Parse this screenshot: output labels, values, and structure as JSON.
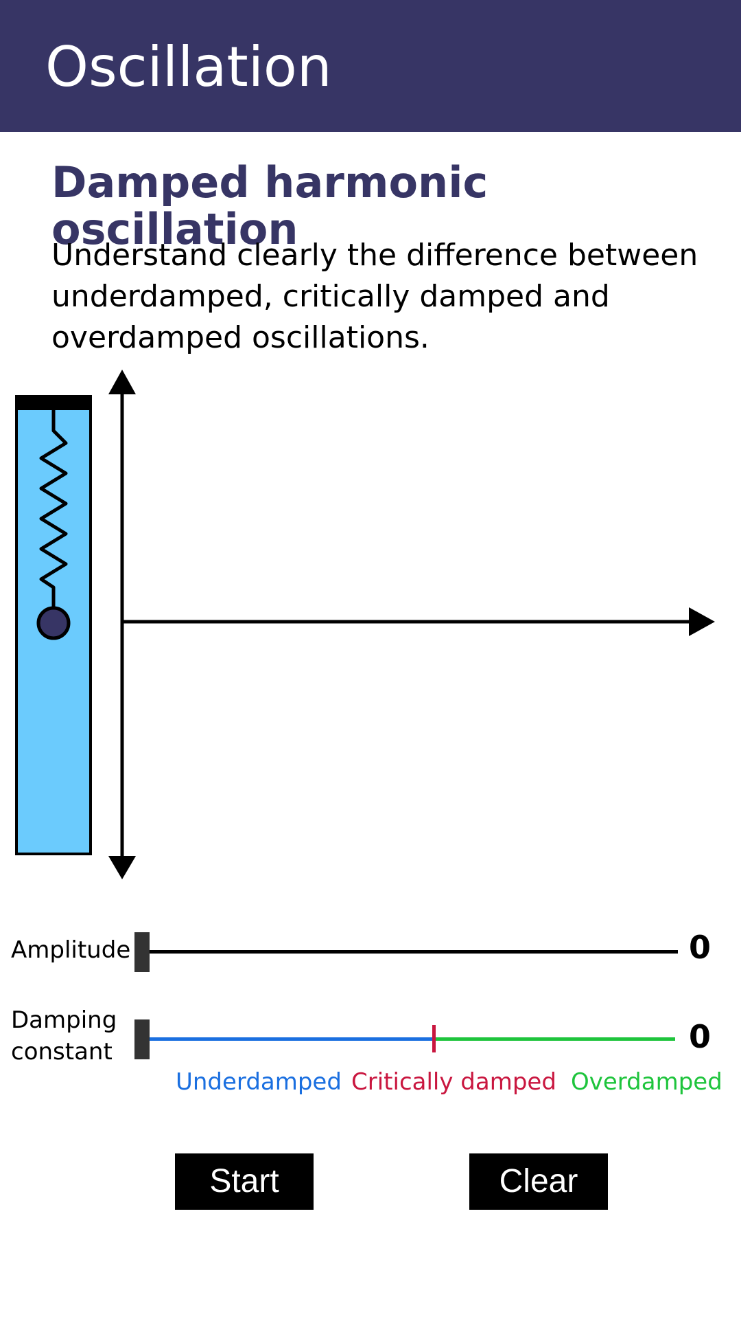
{
  "app": {
    "title": "Oscillation"
  },
  "section": {
    "heading": "Damped harmonic oscillation",
    "description": "Understand clearly the difference between underdamped, critically damped and overdamped oscillations."
  },
  "controls": {
    "amplitude": {
      "label": "Amplitude",
      "value": "0",
      "level": 0
    },
    "damping": {
      "label_line1": "Damping",
      "label_line2": "constant",
      "value": "0",
      "level": 0,
      "zones": {
        "underdamped": "Underdamped",
        "critical": "Critically damped",
        "overdamped": "Overdamped"
      }
    }
  },
  "buttons": {
    "start": "Start",
    "clear": "Clear"
  },
  "colors": {
    "appbar": "#373565",
    "heading": "#373565",
    "tube": "#6bcbfd",
    "mass": "#373565",
    "underdamped": "#1a6fe0",
    "critical": "#c9163f",
    "overdamped": "#1ec43c"
  }
}
